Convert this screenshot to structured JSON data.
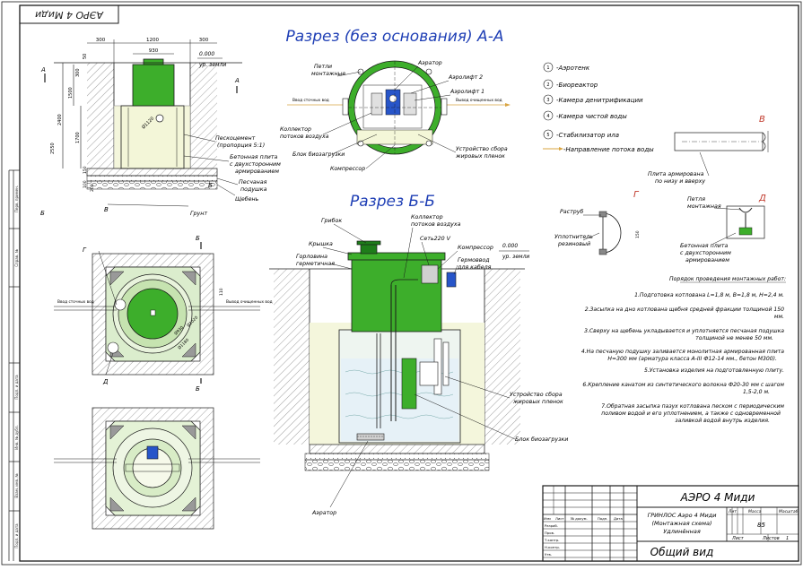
{
  "stamp_top": "АЭРО 4 Миди",
  "titles": {
    "section_aa": "Разрез (без основания) А-А",
    "section_bb": "Разрез Б-Б"
  },
  "dims": {
    "top_300_left": "300",
    "top_1200": "1200",
    "top_300_right": "300",
    "top_930": "930",
    "level_zero": "0.000",
    "level_ground": "ур. земли",
    "h_50": "50",
    "h_300": "300",
    "h_1500": "1500",
    "h_2400": "2400",
    "h_2550": "2550",
    "h_1700": "1700",
    "h_150": "150",
    "h_100": "100",
    "h_200": "200",
    "dia": "Ø1120",
    "mark_a": "А",
    "mark_b": "Б",
    "mark_v": "В",
    "mark_g": "Г",
    "mark_d": "Д",
    "plan_110": "110",
    "plan_1200": "1200",
    "plan_dia1": "Ø930",
    "plan_dia2": "Ø1180",
    "plan_dia3": "Ø1020"
  },
  "labels_left": {
    "sand_cement": "Пескоцемент",
    "sand_cement_ratio": "(пропорция 5:1)",
    "concrete_1": "Бетонная плита",
    "concrete_2": "с двухсторонним",
    "concrete_3": "армированием",
    "sand_1": "Песчаная",
    "sand_2": "подушка",
    "gravel": "Щебень",
    "soil": "Грунт",
    "inlet": "Ввод сточных вод",
    "outlet": "Вывод очищенных вод"
  },
  "labels_aa": {
    "loops_1": "Петли",
    "loops_2": "монтажные",
    "aerator": "Аэратор",
    "airlift2": "Аэролифт 2",
    "airlift1": "Аэролифт 1",
    "collector_1": "Коллектор",
    "collector_2": "потоков воздуха",
    "bioblock": "Блок биозагрузки",
    "film_1": "Устройство сбора",
    "film_2": "жировых пленок",
    "compressor": "Компрессор",
    "inlet": "Ввод сточных вод",
    "outlet": "Вывод очищенных вод"
  },
  "labels_bb": {
    "cap": "Грибок",
    "collector_1": "Коллектор",
    "collector_2": "потоков воздуха",
    "lid": "Крышка",
    "neck_1": "Горловина",
    "neck_2": "герметичная",
    "net": "Сеть220 V",
    "compressor": "Компрессор",
    "gland_1": "Гермоввод",
    "gland_2": "для кабеля",
    "level_zero": "0.000",
    "level_ground": "ур. земли",
    "film_1": "Устройство сбора",
    "film_2": "жировых пленок",
    "bioblock": "Блок биозагрузки",
    "aerator": "Аэратор"
  },
  "legend": [
    {
      "num": "1",
      "text": "-Аэротенк"
    },
    {
      "num": "2",
      "text": "-Биореактор"
    },
    {
      "num": "3",
      "text": "-Камера денитрификации"
    },
    {
      "num": "4",
      "text": "-Камера чистой воды"
    },
    {
      "num": "5",
      "text": "-Стабилизатор ила"
    }
  ],
  "flow_direction": "-Направление потока воды",
  "details": {
    "plate_1": "Плита армирована",
    "plate_2": "по низу и вверху",
    "socket": "Раструб",
    "seal_1": "Уплотнитель",
    "seal_2": "резиновый",
    "loop_1": "Петля",
    "loop_2": "монтажная",
    "concrete_1": "Бетонная плита",
    "concrete_2": "с двухсторонним",
    "concrete_3": "армированием",
    "dim_150": "150"
  },
  "procedure": {
    "title": "Порядок проведения монтажных работ:",
    "steps": [
      [
        "1.Подготовка котлована L=1,8 м, B=1,8 м, H=2,4 м."
      ],
      [
        "2.Засыпка на дно котлована щебня средней фракции толщиной 150",
        "мм."
      ],
      [
        "3.Сверху на щебень укладывается и уплотняется песчаная подушка",
        "толщиной не менее 50 мм."
      ],
      [
        "4.На песчаную подушку заливается монолитная армированная плита",
        "H=300 мм (арматура класса А-III Ф12-14 мм., бетон М300)."
      ],
      [
        "5.Установка изделия на подготовленную плиту."
      ],
      [
        "6.Крепление канатом из синтетического волокна Ф20-30 мм с шагом",
        "1,5-2,0 м."
      ],
      [
        "7.Обратная засыпка пазух котлована песком с периодическим",
        "поливом водой и его уплотнением, а также с одновременной",
        "заливкой водой внутрь изделия."
      ]
    ]
  },
  "title_block": {
    "product": "АЭРО 4 Миди",
    "desc_1": "ГРИНЛОС Аэро 4 Миди",
    "desc_2": "(Монтажная схема)",
    "desc_3": "Удлинённая",
    "view": "Общий вид",
    "lit": "Лит",
    "mass": "Масса",
    "scale": "Масштаб",
    "mass_value": "85",
    "sheet": "Лист",
    "sheets": "Листов",
    "sheets_value": "1",
    "row_labels": [
      "Изм",
      "Лист",
      "№ докум.",
      "Подп.",
      "Дата"
    ],
    "staff": [
      "Разраб.",
      "Пров.",
      "Т.контр.",
      "Н.контр.",
      "Утв."
    ]
  },
  "margin_labels": [
    "Перв. примен.",
    "Справ. №",
    "Подп. и дата",
    "Инв. № дубл.",
    "Взам. инв. №",
    "Подп. и дата",
    "Инв. № подл."
  ],
  "colors": {
    "tank": "#3dae2b",
    "tank_dark": "#1e7d1a",
    "tank_light": "#d6efc2",
    "water": "#eaf3f9",
    "pale": "#f1f7d2",
    "line": "#1a1a1a",
    "title_blue": "#1f3fb5",
    "pipe_blue": "#2755c9",
    "accent": "#d9c8a4"
  }
}
